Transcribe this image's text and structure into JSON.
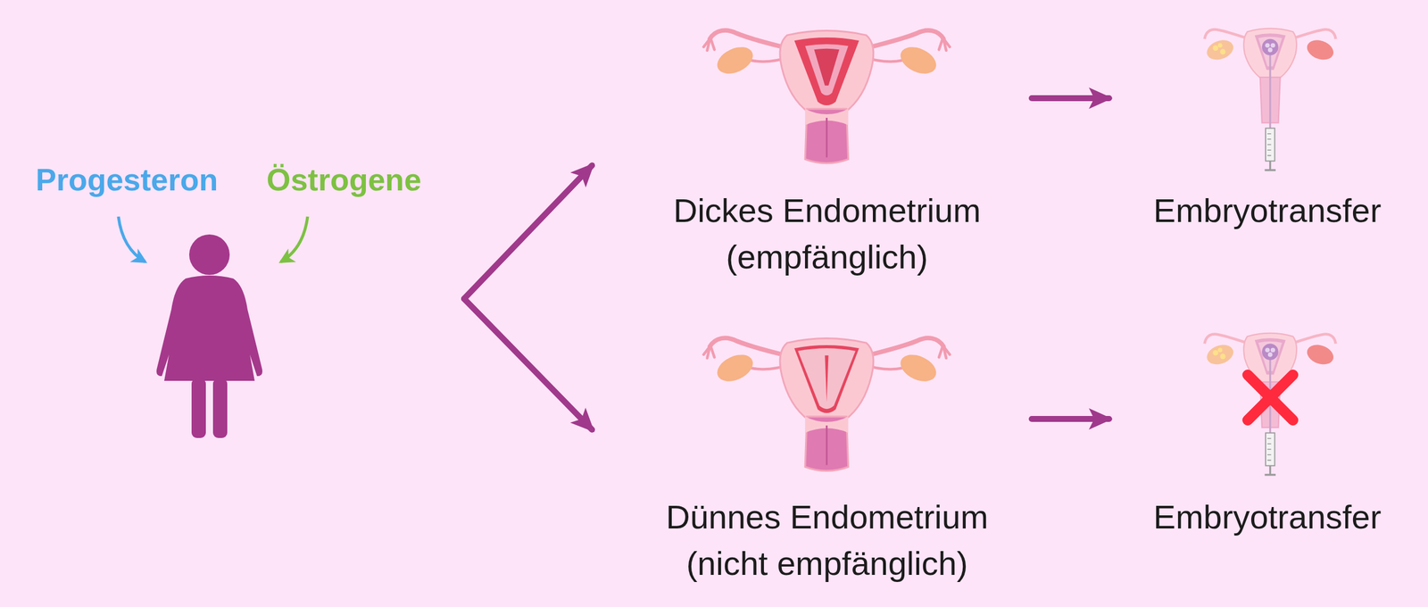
{
  "diagram": {
    "nodes": [
      {
        "text": [
          "Progesteron",
          "Östrogene"
        ]
      },
      {
        "text": [
          "Dickes Endometrium (empfänglich)"
        ]
      },
      {
        "text": [
          "Embryotransfer"
        ]
      },
      {
        "text": [
          "Dünnes Endometrium (nicht empfänglich)"
        ]
      },
      {
        "text": [
          "Embryotransfer"
        ]
      }
    ],
    "edges": [
      {
        "from": 0,
        "to": 1,
        "arrow": "to"
      },
      {
        "from": 0,
        "to": 3,
        "arrow": "to"
      },
      {
        "from": 1,
        "to": 2,
        "arrow": "to"
      },
      {
        "from": 3,
        "to": 4,
        "arrow": "to"
      }
    ]
  }
}
